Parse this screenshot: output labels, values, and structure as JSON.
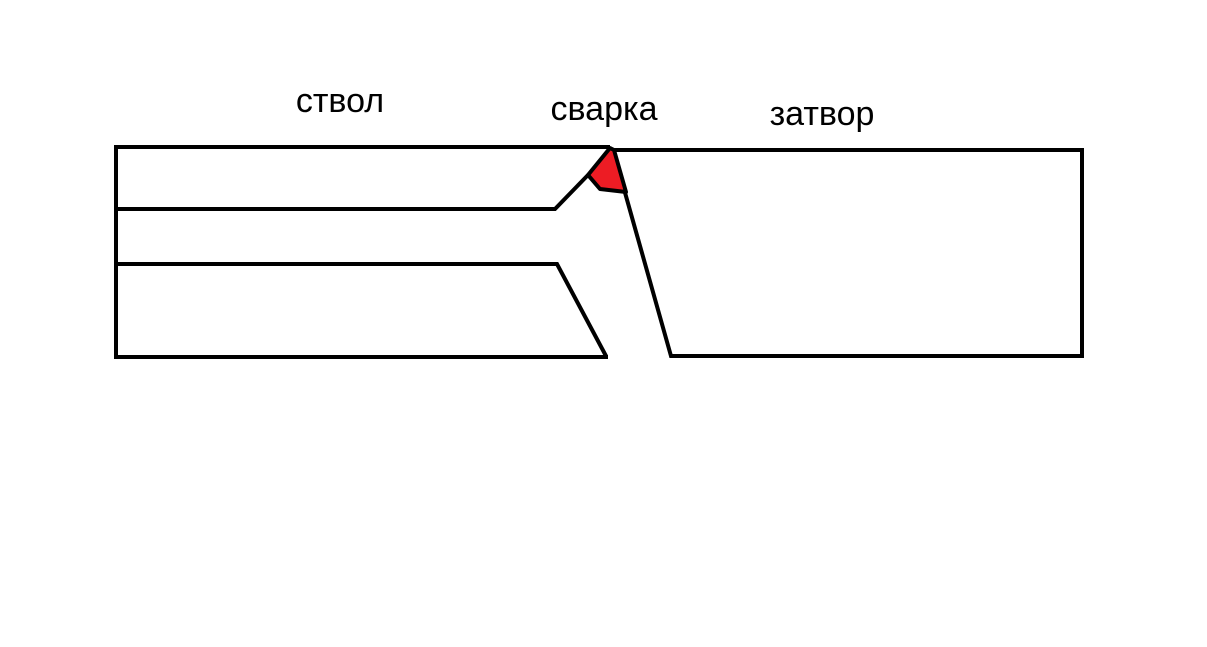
{
  "labels": {
    "barrel": "ствол",
    "weld": "сварка",
    "bolt": "затвор"
  },
  "colors": {
    "line": "#000000",
    "weld": "#ed1c24"
  }
}
